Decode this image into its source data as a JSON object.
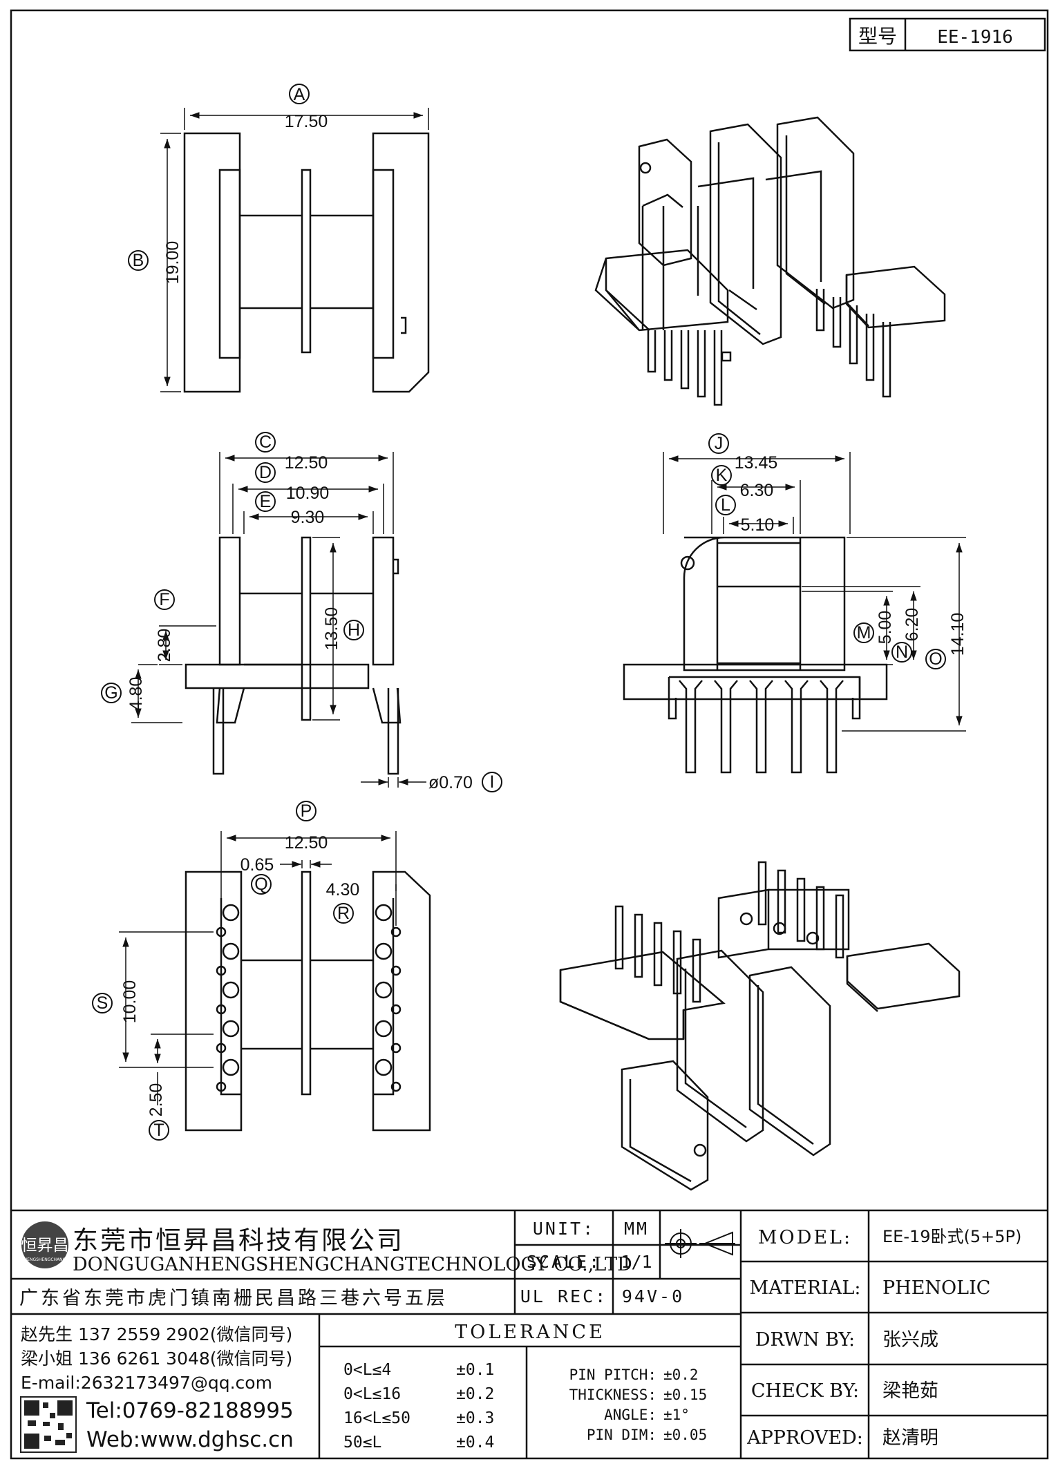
{
  "header": {
    "model_label": "型号",
    "model_value": "EE-1916"
  },
  "dimensions": {
    "A": {
      "letter": "A",
      "value": "17.50"
    },
    "B": {
      "letter": "B",
      "value": "19.00"
    },
    "C": {
      "letter": "C",
      "value": "12.50"
    },
    "D": {
      "letter": "D",
      "value": "10.90"
    },
    "E": {
      "letter": "E",
      "value": "9.30"
    },
    "F": {
      "letter": "F",
      "value": "2.80"
    },
    "G": {
      "letter": "G",
      "value": "4.80"
    },
    "H": {
      "letter": "H",
      "value": "13.50"
    },
    "I": {
      "letter": "I",
      "value": "ø0.70"
    },
    "J": {
      "letter": "J",
      "value": "13.45"
    },
    "K": {
      "letter": "K",
      "value": "6.30"
    },
    "L": {
      "letter": "L",
      "value": "5.10"
    },
    "M": {
      "letter": "M",
      "value": "5.00"
    },
    "N": {
      "letter": "N",
      "value": "6.20"
    },
    "O": {
      "letter": "O",
      "value": "14.10"
    },
    "P": {
      "letter": "P",
      "value": "12.50"
    },
    "Q": {
      "letter": "Q",
      "value": "0.65"
    },
    "R": {
      "letter": "R",
      "value": "4.30"
    },
    "S": {
      "letter": "S",
      "value": "10.00"
    },
    "T": {
      "letter": "T",
      "value": "2.50"
    }
  },
  "company": {
    "logo_text": "恒昇昌",
    "logo_sub": "HENGSHENGCHANG",
    "name_cn": "东莞市恒昇昌科技有限公司",
    "name_en": "DONGUGANHENGSHENGCHANGTECHNOLOGY CO.,LTD",
    "address": "广东省东莞市虎门镇南栅民昌路三巷六号五层"
  },
  "contacts": {
    "line1": "赵先生 137 2559 2902(微信同号)",
    "line2": "梁小姐 136 6261 3048(微信同号)",
    "email": "E-mail:2632173497@qq.com",
    "tel": "Tel:0769-82188995",
    "web": "Web:www.dghsc.cn"
  },
  "specs": {
    "unit_label": "UNIT:",
    "unit_value": "MM",
    "scale_label": "SCALE:",
    "scale_value": "1/1",
    "ulrec_label": "UL REC:",
    "ulrec_value": "94V-0"
  },
  "tolerance": {
    "title": "TOLERANCE",
    "ranges": [
      {
        "range": "0<L≤4",
        "tol": "±0.1"
      },
      {
        "range": "0<L≤16",
        "tol": "±0.2"
      },
      {
        "range": "16<L≤50",
        "tol": "±0.3"
      },
      {
        "range": "50≤L",
        "tol": "±0.4"
      }
    ],
    "other": [
      {
        "label": "PIN PITCH:",
        "tol": "±0.2"
      },
      {
        "label": "THICKNESS:",
        "tol": "±0.15"
      },
      {
        "label": "ANGLE:",
        "tol": "±1°"
      },
      {
        "label": "PIN DIM:",
        "tol": "±0.05"
      }
    ]
  },
  "info": {
    "model_label": "MODEL:",
    "model_value": "EE-19卧式(5+5P)",
    "material_label": "MATERIAL:",
    "material_value": "PHENOLIC",
    "drawn_label": "DRWN BY:",
    "drawn_value": "张兴成",
    "check_label": "CHECK BY:",
    "check_value": "梁艳茹",
    "approved_label": "APPROVED:",
    "approved_value": "赵清明"
  }
}
